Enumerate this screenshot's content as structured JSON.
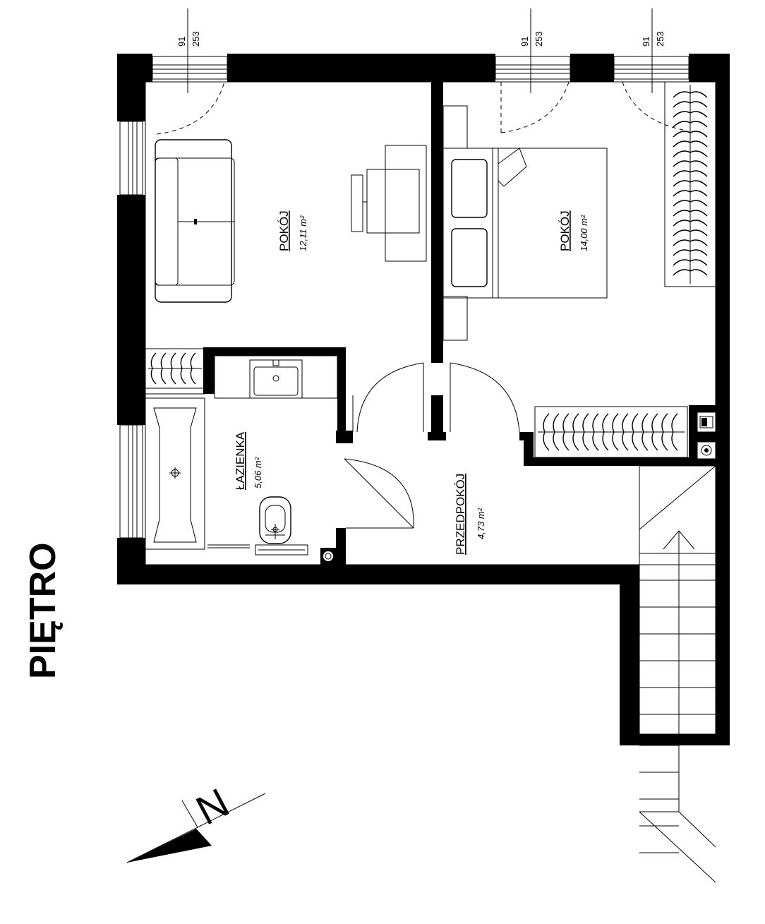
{
  "floor": {
    "title": "PIĘTRO"
  },
  "rooms": {
    "living_room": {
      "name": "POKÓJ",
      "area": "12,11 m²"
    },
    "bedroom": {
      "name": "POKÓJ",
      "area": "14,00 m²"
    },
    "bathroom": {
      "name": "ŁAZIENKA",
      "area": "5,06 m²"
    },
    "hallway": {
      "name": "PRZEDPOKÓJ",
      "area": "4,73 m²"
    }
  },
  "windows": [
    {
      "sill": "91",
      "height": "253"
    },
    {
      "sill": "91",
      "height": "253"
    },
    {
      "sill": "91",
      "height": "253"
    }
  ],
  "compass": {
    "label": "N"
  }
}
